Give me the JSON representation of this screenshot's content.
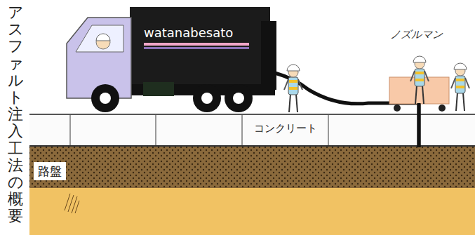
{
  "diagram": {
    "title": "アスファルト注入工法の概要",
    "nodes": [
      {
        "text": [
          "watanabesato"
        ]
      },
      {
        "text": [
          "コンクリート"
        ]
      },
      {
        "text": [
          "路盤"
        ]
      }
    ],
    "labels": [
      "ノズルマン"
    ]
  }
}
